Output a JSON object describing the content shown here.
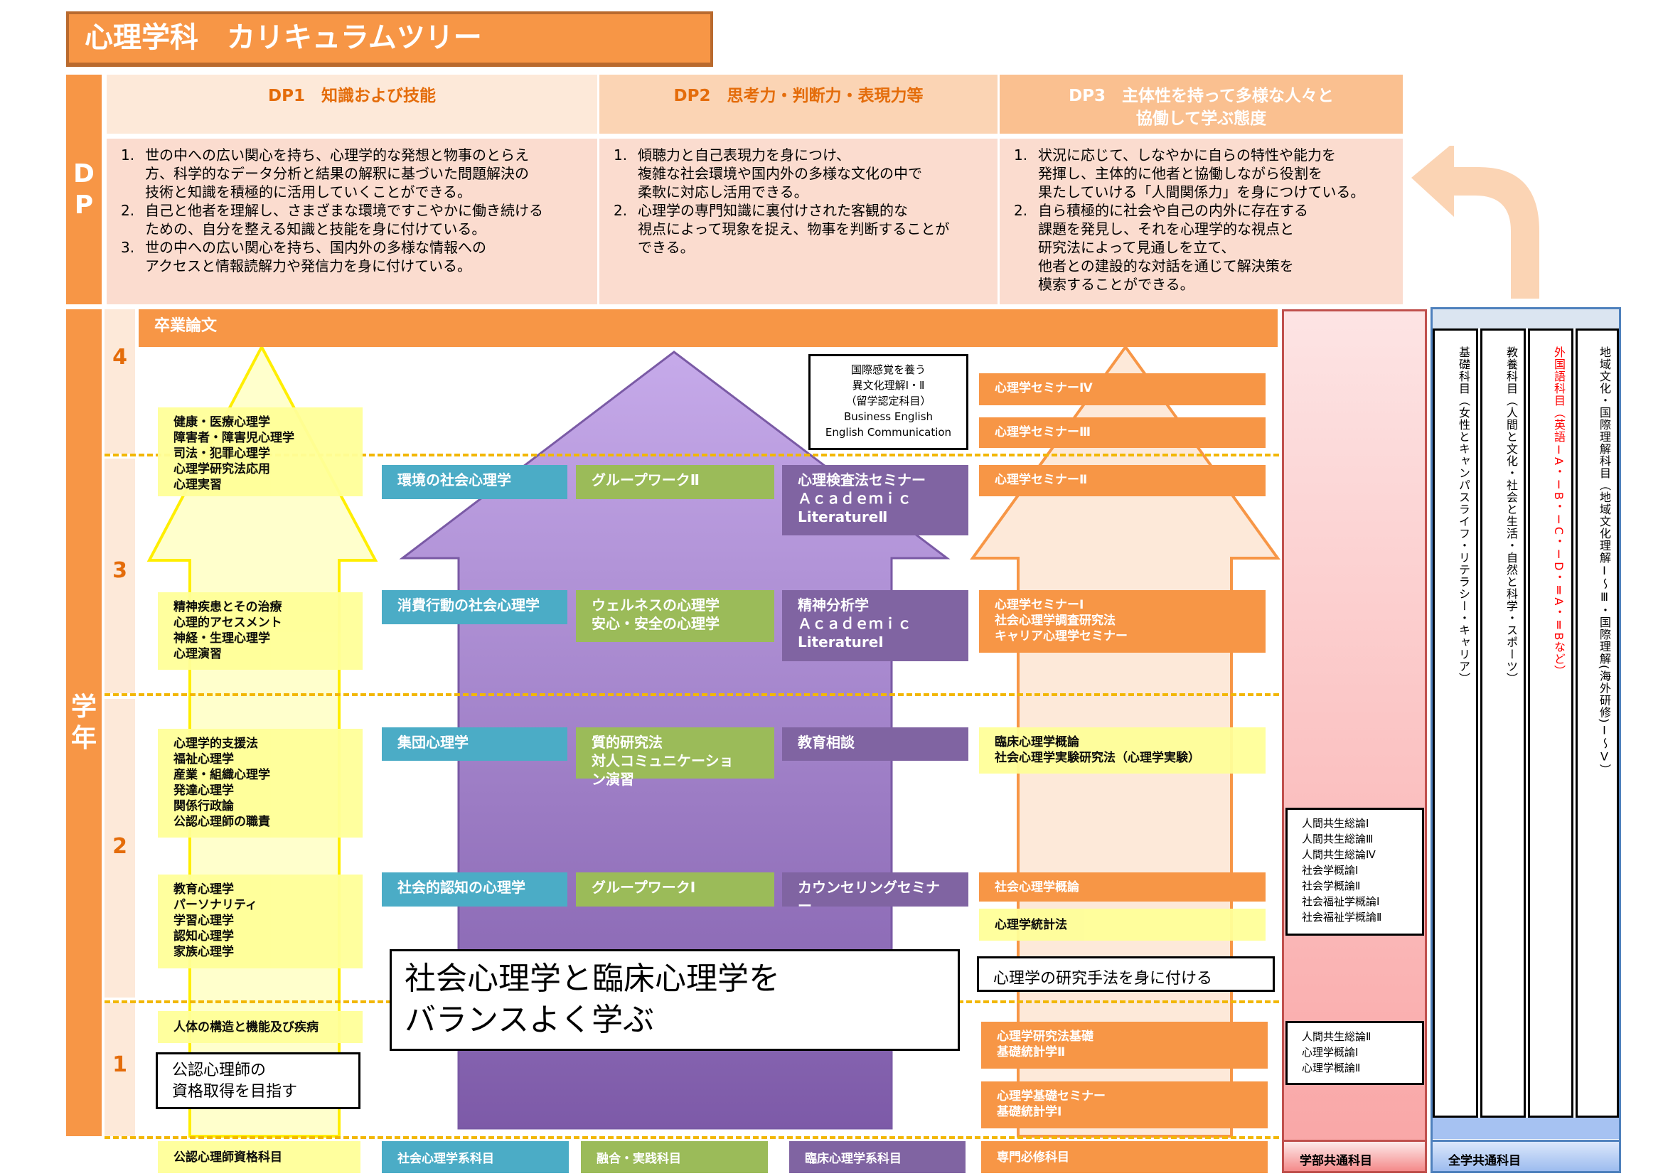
{
  "title": "心理学科　カリキュラムツリー",
  "dp": {
    "side_label": "D\nP",
    "columns": [
      {
        "header": "DP1　知識および技能",
        "items": [
          {
            "num": "1.",
            "text": "世の中への広い関心を持ち、心理学的な発想と物事のとらえ\n方、科学的なデータ分析と結果の解釈に基づいた問題解決の\n技術と知識を積極的に活用していくことができる。"
          },
          {
            "num": "2.",
            "text": "自己と他者を理解し、さまざまな環境ですこやかに働き続ける\nための、自分を整える知識と技能を身に付けている。"
          },
          {
            "num": "3.",
            "text": "世の中への広い関心を持ち、国内外の多様な情報への\nアクセスと情報読解力や発信力を身に付けている。"
          }
        ]
      },
      {
        "header": "DP2　思考力・判断力・表現力等",
        "items": [
          {
            "num": "1.",
            "text": "傾聴力と自己表現力を身につけ、\n複雑な社会環境や国内外の多様な文化の中で\n柔軟に対応し活用できる。"
          },
          {
            "num": "2.",
            "text": "心理学の専門知識に裏付けされた客観的な\n視点によって現象を捉え、物事を判断することが\nできる。"
          }
        ]
      },
      {
        "header": "DP3　主体性を持って多様な人々と\n協働して学ぶ態度",
        "items": [
          {
            "num": "1.",
            "text": "状況に応じて、しなやかに自らの特性や能力を\n発揮し、主体的に他者と協働しながら役割を\n果たしていける「人間関係力」を身につけている。"
          },
          {
            "num": "2.",
            "text": "自ら積極的に社会や自己の内外に存在する\n課題を発見し、それを心理学的な視点と\n研究法によって見通しを立て、\n他者との建設的な対話を通じて解決策を\n模索することができる。"
          }
        ]
      }
    ]
  },
  "grade": {
    "side_label": "学\n年",
    "years": [
      "4",
      "3",
      "2",
      "1"
    ],
    "thesis": "卒業論文"
  },
  "licensed": {
    "boxes": [
      "健康・医療心理学\n障害者・障害児心理学\n司法・犯罪心理学\n心理学研究法応用\n心理実習",
      "精神疾患とその治療\n心理的アセスメント\n神経・生理心理学\n心理演習",
      "心理学的支援法\n福祉心理学\n産業・組織心理学\n発達心理学\n関係行政論\n公認心理師の職責",
      "教育心理学\nパーソナリティ\n学習心理学\n認知心理学\n家族心理学",
      "人体の構造と機能及び疾病"
    ],
    "goal": "公認心理師の\n資格取得を目指す",
    "footer": "公認心理師資格科目"
  },
  "social": {
    "boxes": [
      "環境の社会心理学",
      "消費行動の社会心理学",
      "集団心理学",
      "社会的認知の心理学"
    ],
    "footer": "社会心理学系科目"
  },
  "fusion": {
    "boxes": [
      "グループワークⅡ",
      "ウェルネスの心理学\n安心・安全の心理学",
      "質的研究法\n対人コミュニケーショ\nン演習",
      "グループワークⅠ"
    ],
    "footer": "融合・実践科目"
  },
  "clinical": {
    "boxes": [
      "心理検査法セミナー\nＡｃａｄｅｍｉｃ\nLiteratureⅡ",
      "精神分析学\nＡｃａｄｅｍｉｃ\nLiteratureⅠ",
      "教育相談",
      "カウンセリングセミナ\nー"
    ],
    "footer": "臨床心理学系科目"
  },
  "balance_message": "社会心理学と臨床心理学を\nバランスよく学ぶ",
  "international": "国際感覚を養う\n異文化理解Ⅰ・Ⅱ\n（留学認定科目）\nBusiness English\nEnglish Communication",
  "required": {
    "boxes": [
      "心理学セミナーⅣ",
      "心理学セミナーⅢ",
      "心理学セミナーⅡ",
      "心理学セミナーⅠ\n社会心理学調査研究法\nキャリア心理学セミナー",
      "臨床心理学概論\n社会心理学実験研究法（心理学実験）",
      "社会心理学概論",
      "心理学統計法",
      "心理学研究法基礎\n基礎統計学Ⅱ",
      "心理学基礎セミナー\n基礎統計学Ⅰ"
    ],
    "message": "心理学の研究手法を身に付ける",
    "footer": "専門必修科目"
  },
  "faculty_common": {
    "upper": "人間共生総論Ⅰ\n人間共生総論Ⅲ\n人間共生総論Ⅳ\n社会学概論Ⅰ\n社会学概論Ⅱ\n社会福祉学概論Ⅰ\n社会福祉学概論Ⅱ",
    "lower": "人間共生総論Ⅱ\n心理学概論Ⅰ\n心理学概論Ⅱ",
    "footer": "学部共通科目"
  },
  "university_common": {
    "columns": [
      "基礎科目（女性とキャンパスライフ・リテラシー・キャリア）",
      "教養科目（人間と文化・社会と生活・自然と科学・スポーツ）",
      "外国語科目（英語ⅠA・ⅠB・ⅠC・ⅠD・ⅡA・ⅡBなど）",
      "地域文化・国際理解科目（地域文化理解Ⅰ～Ⅲ・国際理解(海外研修)Ⅰ～Ⅴ）"
    ],
    "footer": "全学共通科目"
  },
  "colors": {
    "orange": "#f79646",
    "social": "#4bacc6",
    "fusion": "#9bbb59",
    "clinical": "#8064a2",
    "licensed": "#ffff99",
    "foreign_language": "#ff0000"
  }
}
